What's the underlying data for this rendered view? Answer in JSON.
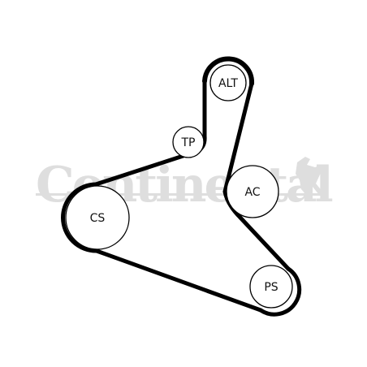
{
  "watermark": {
    "brand": "Continental",
    "logo_icon": "horse-icon",
    "color": "#dedede"
  },
  "belt": {
    "color": "#000000"
  },
  "pulleys": {
    "alt": {
      "label": "ALT"
    },
    "tp": {
      "label": "TP"
    },
    "ac": {
      "label": "AC"
    },
    "cs": {
      "label": "CS"
    },
    "ps": {
      "label": "PS"
    }
  }
}
